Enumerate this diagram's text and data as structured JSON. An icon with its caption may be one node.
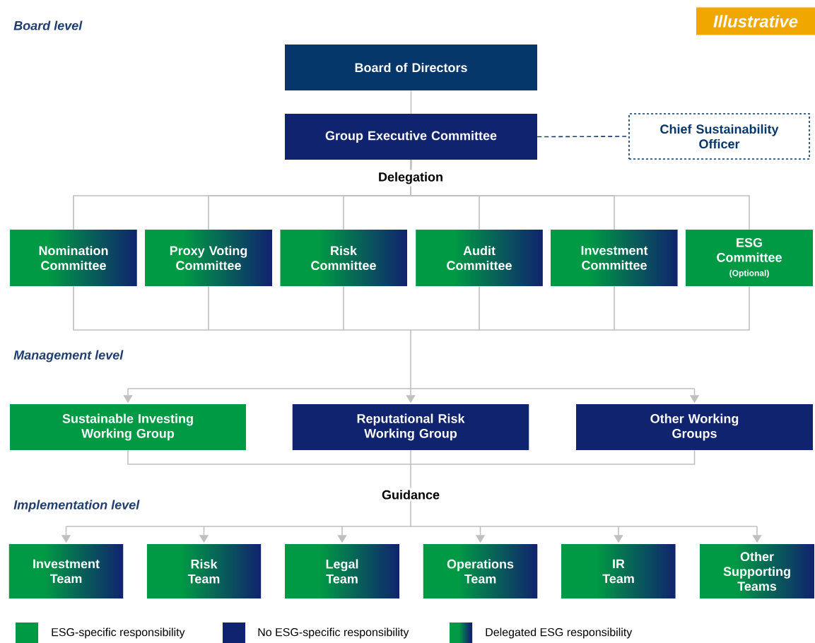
{
  "diagram": {
    "nodes": [
      {
        "text": [
          "Board of Directors"
        ]
      },
      {
        "text": [
          "Group Executive Committee"
        ]
      },
      {
        "text": [
          "Chief Sustainability Officer"
        ]
      },
      {
        "text": [
          "Nomination Committee"
        ]
      },
      {
        "text": [
          "Proxy Voting Committee"
        ]
      },
      {
        "text": [
          "Risk Committee"
        ]
      },
      {
        "text": [
          "Audit Committee"
        ]
      },
      {
        "text": [
          "Investment Committee"
        ]
      },
      {
        "text": [
          "ESG Committee",
          "(Optional)"
        ]
      },
      {
        "text": [
          "Sustainable Investing Working Group"
        ]
      },
      {
        "text": [
          "Reputational Risk Working Group"
        ]
      },
      {
        "text": [
          "Other Working Groups"
        ]
      },
      {
        "text": [
          "Investment Team"
        ]
      },
      {
        "text": [
          "Risk Team"
        ]
      },
      {
        "text": [
          "Legal Team"
        ]
      },
      {
        "text": [
          "Operations Team"
        ]
      },
      {
        "text": [
          "IR Team"
        ]
      },
      {
        "text": [
          "Other Supporting Teams"
        ]
      }
    ],
    "edges": [
      {
        "from": 0,
        "to": 1,
        "arrow": "none"
      },
      {
        "from": 1,
        "to": 2,
        "arrow": "none",
        "style": "dashed",
        "color": "#1f3d6e"
      },
      {
        "from": 1,
        "to": 3,
        "arrow": "none"
      },
      {
        "from": 1,
        "to": 4,
        "arrow": "none"
      },
      {
        "from": 1,
        "to": 5,
        "arrow": "none"
      },
      {
        "from": 1,
        "to": 6,
        "arrow": "none"
      },
      {
        "from": 1,
        "to": 7,
        "arrow": "none"
      },
      {
        "from": 1,
        "to": 8,
        "arrow": "none"
      },
      {
        "from": 3,
        "to": 9,
        "arrow": "to"
      },
      {
        "from": 3,
        "to": 10,
        "arrow": "to"
      },
      {
        "from": 3,
        "to": 11,
        "arrow": "to"
      },
      {
        "from": 4,
        "to": 9,
        "arrow": "to"
      },
      {
        "from": 4,
        "to": 10,
        "arrow": "to"
      },
      {
        "from": 4,
        "to": 11,
        "arrow": "to"
      },
      {
        "from": 5,
        "to": 9,
        "arrow": "to"
      },
      {
        "from": 5,
        "to": 10,
        "arrow": "to"
      },
      {
        "from": 5,
        "to": 11,
        "arrow": "to"
      },
      {
        "from": 6,
        "to": 9,
        "arrow": "to"
      },
      {
        "from": 6,
        "to": 10,
        "arrow": "to"
      },
      {
        "from": 6,
        "to": 11,
        "arrow": "to"
      },
      {
        "from": 7,
        "to": 9,
        "arrow": "to"
      },
      {
        "from": 7,
        "to": 10,
        "arrow": "to"
      },
      {
        "from": 7,
        "to": 11,
        "arrow": "to"
      },
      {
        "from": 8,
        "to": 9,
        "arrow": "to"
      },
      {
        "from": 8,
        "to": 10,
        "arrow": "to"
      },
      {
        "from": 8,
        "to": 11,
        "arrow": "to"
      },
      {
        "from": 9,
        "to": 12,
        "arrow": "to"
      },
      {
        "from": 9,
        "to": 13,
        "arrow": "to"
      },
      {
        "from": 9,
        "to": 14,
        "arrow": "to"
      },
      {
        "from": 9,
        "to": 15,
        "arrow": "to"
      },
      {
        "from": 9,
        "to": 16,
        "arrow": "to"
      },
      {
        "from": 9,
        "to": 17,
        "arrow": "to"
      },
      {
        "from": 10,
        "to": 12,
        "arrow": "to"
      },
      {
        "from": 10,
        "to": 13,
        "arrow": "to"
      },
      {
        "from": 10,
        "to": 14,
        "arrow": "to"
      },
      {
        "from": 10,
        "to": 15,
        "arrow": "to"
      },
      {
        "from": 10,
        "to": 16,
        "arrow": "to"
      },
      {
        "from": 10,
        "to": 17,
        "arrow": "to"
      },
      {
        "from": 11,
        "to": 12,
        "arrow": "to"
      },
      {
        "from": 11,
        "to": 13,
        "arrow": "to"
      },
      {
        "from": 11,
        "to": 14,
        "arrow": "to"
      },
      {
        "from": 11,
        "to": 15,
        "arrow": "to"
      },
      {
        "from": 11,
        "to": 16,
        "arrow": "to"
      },
      {
        "from": 11,
        "to": 17,
        "arrow": "to"
      }
    ],
    "labels": [
      "Board level",
      "Illustrative",
      "Delegation",
      "Management level",
      "Guidance",
      "Implementation level"
    ],
    "legend": [
      {
        "text": "ESG-specific responsibility",
        "color": "#009a44"
      },
      {
        "text": "No ESG-specific responsibility",
        "color": "#10236e"
      },
      {
        "text": "Delegated ESG responsibility"
      }
    ]
  }
}
